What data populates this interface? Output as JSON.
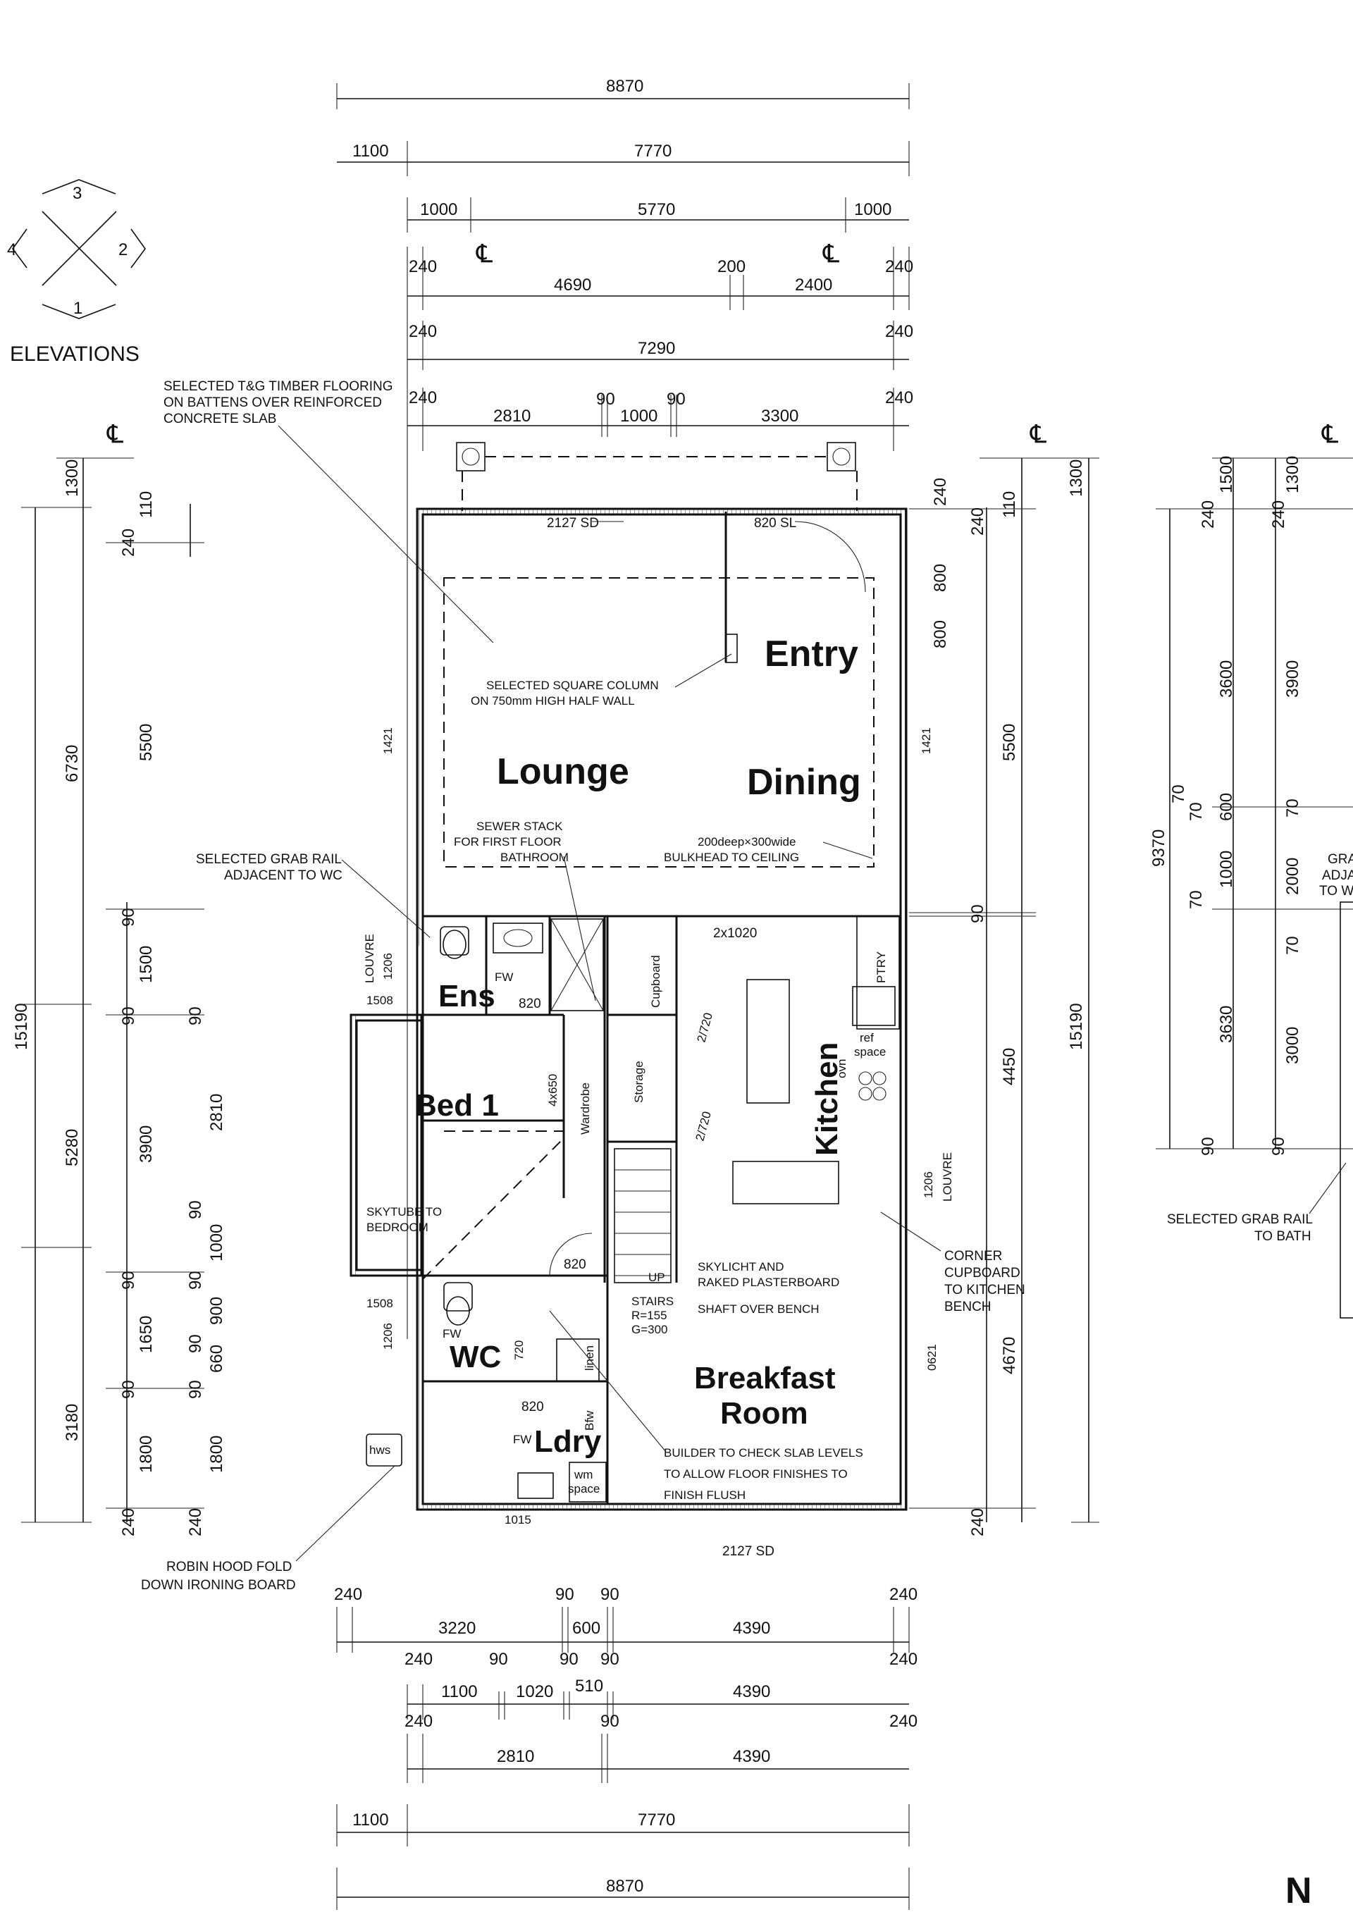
{
  "elevations": {
    "label": "ELEVATIONS",
    "markers": [
      "1",
      "2",
      "3",
      "4"
    ]
  },
  "north_label": "N",
  "centre_line_symbol": "℄",
  "top_dimensions": {
    "overall": "8870",
    "row2": [
      "1100",
      "7770"
    ],
    "row3": [
      "1000",
      "5770",
      "1000"
    ],
    "row4": [
      "240",
      "4690",
      "200",
      "2400",
      "240"
    ],
    "row5": [
      "240",
      "7290",
      "240"
    ],
    "row6": [
      "240",
      "2810",
      "90",
      "1000",
      "90",
      "3300",
      "240"
    ]
  },
  "left_dimensions": {
    "outer_total": "15190",
    "outer": [
      "6730",
      "5280",
      "3180"
    ],
    "outer_top": "1300",
    "col2": [
      "110",
      "240",
      "5500",
      "90",
      "1500",
      "90",
      "3900",
      "90",
      "1650",
      "90",
      "1800",
      "240"
    ],
    "col3": [
      "90",
      "2810",
      "90",
      "1000",
      "90",
      "900",
      "90",
      "660",
      "90",
      "1800",
      "240"
    ]
  },
  "right_dimensions": {
    "top": [
      "240",
      "800",
      "800",
      "110",
      "240"
    ],
    "outer_top": "1300",
    "col": [
      "5500",
      "90",
      "4450",
      "4670",
      "240"
    ],
    "total": "15190"
  },
  "bottom_dimensions": {
    "row1": [
      "240",
      "3220",
      "90",
      "600",
      "90",
      "4390",
      "240"
    ],
    "row2": [
      "240",
      "1100",
      "90",
      "1020",
      "90",
      "510",
      "90",
      "4390",
      "240"
    ],
    "row3": [
      "240",
      "2810",
      "90",
      "4390",
      "240"
    ],
    "row4": [
      "1100",
      "7770"
    ],
    "overall": "8870"
  },
  "second_plan_partial": {
    "dims": [
      "1500",
      "1300",
      "240",
      "240",
      "3600",
      "3900",
      "70",
      "70",
      "600",
      "70",
      "1000",
      "70",
      "2000",
      "70",
      "9370",
      "3630",
      "3000",
      "90",
      "90"
    ],
    "note_partial": [
      "GRA",
      "ADJA",
      "TO W"
    ],
    "grab_rail_note": [
      "SELECTED GRAB RAIL",
      "TO BATH"
    ]
  },
  "rooms": {
    "entry": "Entry",
    "lounge": "Lounge",
    "dining": "Dining",
    "ensuite": "Ens",
    "bed1": "Bed 1",
    "kitchen": "Kitchen",
    "wc": "WC",
    "laundry": "Ldry",
    "breakfast_line1": "Breakfast",
    "breakfast_line2": "Room",
    "cupboard": "Cupboard",
    "storage": "Storage",
    "wardrobe": "Wardrobe",
    "pantry": "PTRY",
    "linen": "linen",
    "bath_fw": "Bfw"
  },
  "labels": {
    "door_2127_top": "2127 SD",
    "door_820_sl": "820 SL",
    "door_2127_bottom": "2127 SD",
    "window_1421_left": "1421",
    "window_1421_right": "1421",
    "louvre_1206_left": "1206",
    "louvre_word_left": "LOUVRE",
    "window_1508_top": "1508",
    "window_1508_bottom": "1508",
    "window_1206_lower": "1206",
    "louvre_1206_right": "1206",
    "louvre_word_right": "LOUVRE",
    "window_0621": "0621",
    "window_1015": "1015",
    "door_820_ens": "820",
    "door_820_bed": "820",
    "door_820_ldry": "820",
    "door_720": "720",
    "fw": "FW",
    "door_2x1020": "2x1020",
    "door_2_720_a": "2/720",
    "door_2_720_b": "2/720",
    "wardrobe_4x650": "4x650",
    "ref_space_1": "ref",
    "ref_space_2": "space",
    "wm_space_1": "wm",
    "wm_space_2": "space",
    "hws": "hws",
    "oven": "ovn",
    "up": "UP",
    "stairs_1": "STAIRS",
    "stairs_2": "R=155",
    "stairs_3": "G=300"
  },
  "notes": {
    "timber_flooring": [
      "SELECTED T&G TIMBER FLOORING",
      "ON BATTENS OVER REINFORCED",
      "CONCRETE SLAB"
    ],
    "column": [
      "SELECTED SQUARE COLUMN",
      "ON 750mm HIGH HALF WALL"
    ],
    "sewer": [
      "SEWER STACK",
      "FOR FIRST FLOOR",
      "BATHROOM"
    ],
    "bulkhead": [
      "200deep×300wide",
      "BULKHEAD TO CEILING"
    ],
    "grab_rail_wc": [
      "SELECTED GRAB RAIL",
      "ADJACENT TO WC"
    ],
    "skytube": [
      "SKYTUBE TO",
      "BEDROOM"
    ],
    "skylight": [
      "SKYLICHT AND",
      "RAKED PLASTERBOARD",
      "SHAFT OVER BENCH"
    ],
    "corner_cupboard": [
      "CORNER",
      "CUPBOARD",
      "TO KITCHEN",
      "BENCH"
    ],
    "builder_check": [
      "BUILDER TO CHECK SLAB LEVELS",
      "TO ALLOW FLOOR FINISHES TO",
      "FINISH FLUSH"
    ],
    "ironing_board": [
      "ROBIN HOOD FOLD",
      "DOWN IRONING BOARD"
    ]
  }
}
